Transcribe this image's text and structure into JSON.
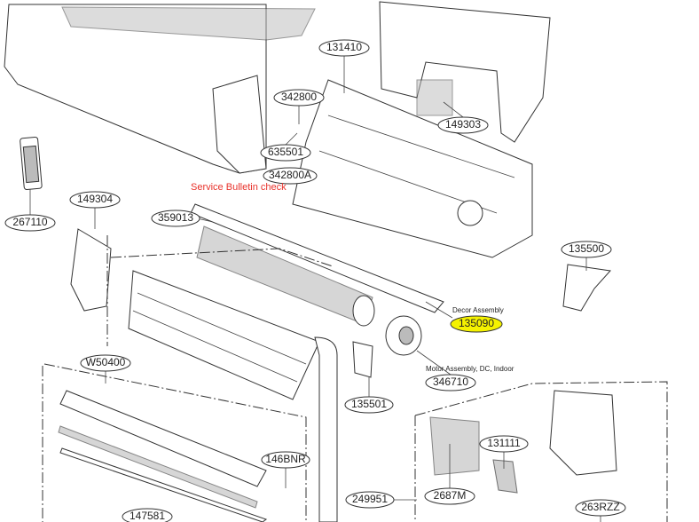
{
  "diagram": {
    "note_service": "Service Bulletin check",
    "note_decor": "Decor Assembly",
    "note_motor": "Motor Assembly, DC, Indoor",
    "highlight_color": "#f5f200",
    "labels": {
      "p131410": "131410",
      "p342800": "342800",
      "p635501": "635501",
      "p342800A": "342800A",
      "p149303": "149303",
      "p149304": "149304",
      "p267110": "267110",
      "p359013": "359013",
      "p135500": "135500",
      "p135090": "135090",
      "p346710": "346710",
      "pW50400": "W50400",
      "p135501": "135501",
      "p131111": "131111",
      "p146BNR": "146BNR",
      "p249951": "249951",
      "p2687M": "2687M",
      "p147581": "147581",
      "p263RZZ": "263RZZ"
    }
  }
}
